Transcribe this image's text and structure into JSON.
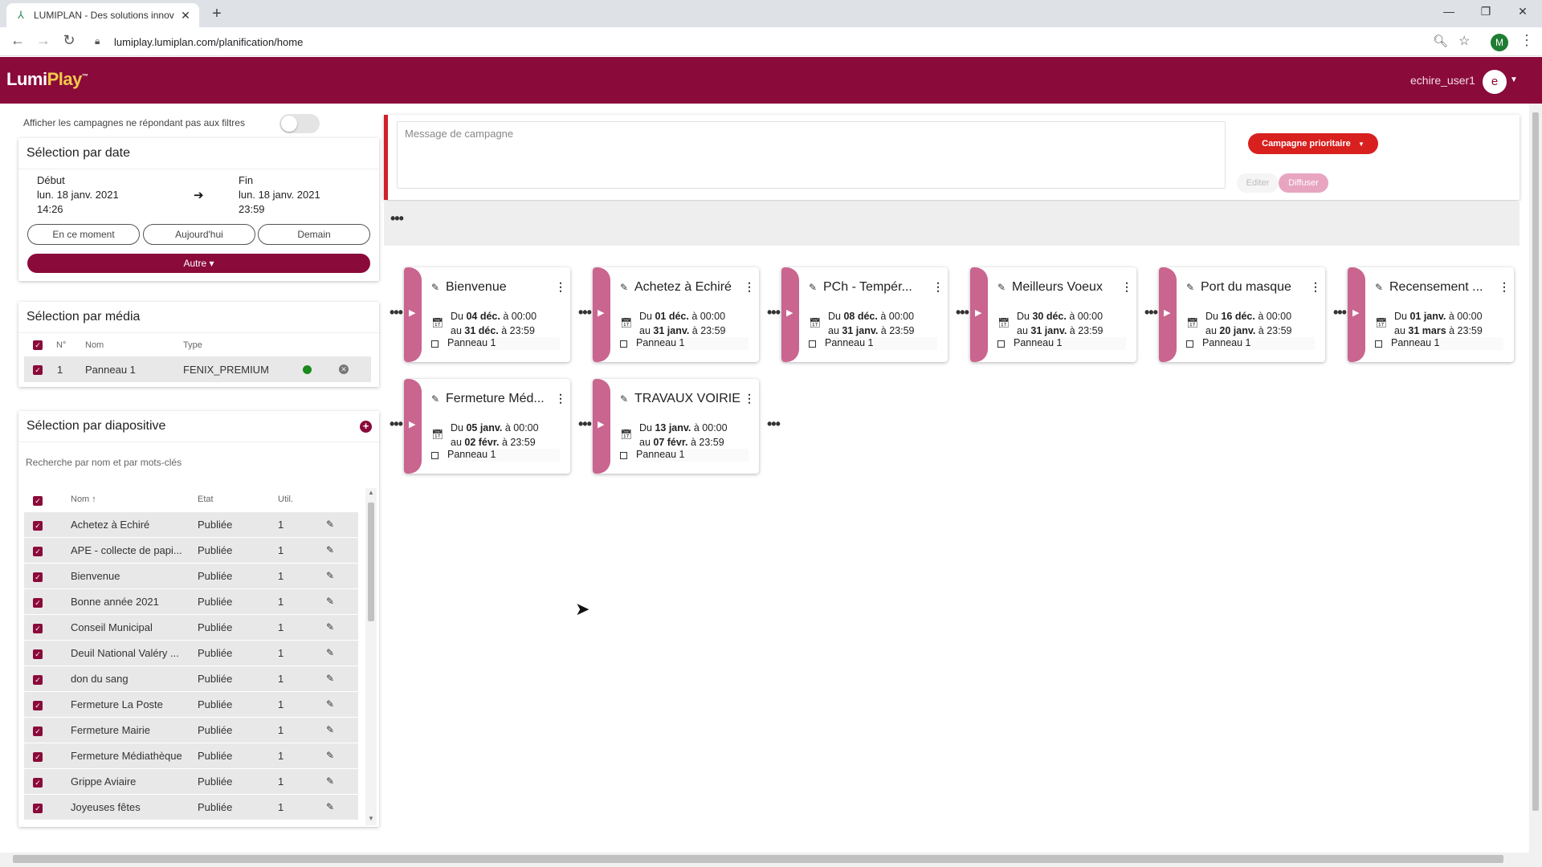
{
  "browser": {
    "tab_title": "LUMIPLAN - Des solutions innov",
    "url": "lumiplay.lumiplan.com/planification/home",
    "profile_initial": "M"
  },
  "header": {
    "logo_lumi": "Lumi",
    "logo_play": "Play",
    "username": "echire_user1",
    "avatar_initial": "e"
  },
  "filters": {
    "toggle_label": "Afficher les campagnes ne répondant pas aux filtres",
    "toggle_on": false
  },
  "date_selection": {
    "title": "Sélection par date",
    "start_label": "Début",
    "start_date": "lun. 18 janv. 2021",
    "start_time": "14:26",
    "end_label": "Fin",
    "end_date": "lun. 18 janv. 2021",
    "end_time": "23:59",
    "buttons": [
      "En ce moment",
      "Aujourd'hui",
      "Demain"
    ],
    "other_button": "Autre ▾"
  },
  "media_selection": {
    "title": "Sélection par média",
    "columns": [
      "N°",
      "Nom",
      "Type"
    ],
    "rows": [
      {
        "num": "1",
        "name": "Panneau 1",
        "type": "FENIX_PREMIUM",
        "status_color": "#1a8a1a"
      }
    ]
  },
  "slide_selection": {
    "title": "Sélection par diapositive",
    "search_placeholder": "Recherche par nom et par mots-clés",
    "columns": [
      "Nom",
      "Etat",
      "Util."
    ],
    "rows": [
      {
        "name": "Achetez à Echiré",
        "state": "Publiée",
        "uses": "1"
      },
      {
        "name": "APE - collecte de papi...",
        "state": "Publiée",
        "uses": "1"
      },
      {
        "name": "Bienvenue",
        "state": "Publiée",
        "uses": "1"
      },
      {
        "name": "Bonne année 2021",
        "state": "Publiée",
        "uses": "1"
      },
      {
        "name": "Conseil Municipal",
        "state": "Publiée",
        "uses": "1"
      },
      {
        "name": "Deuil National Valéry ...",
        "state": "Publiée",
        "uses": "1"
      },
      {
        "name": "don du sang",
        "state": "Publiée",
        "uses": "1"
      },
      {
        "name": "Fermeture La Poste",
        "state": "Publiée",
        "uses": "1"
      },
      {
        "name": "Fermeture Mairie",
        "state": "Publiée",
        "uses": "1"
      },
      {
        "name": "Fermeture Médiathèque",
        "state": "Publiée",
        "uses": "1"
      },
      {
        "name": "Grippe Aviaire",
        "state": "Publiée",
        "uses": "1"
      },
      {
        "name": "Joyeuses fêtes",
        "state": "Publiée",
        "uses": "1"
      }
    ]
  },
  "message": {
    "placeholder": "Message de campagne",
    "priority_button": "Campagne prioritaire",
    "edit_button": "Editer",
    "broadcast_button": "Diffuser"
  },
  "campaigns": [
    {
      "title": "Bienvenue",
      "from_prefix": "Du ",
      "from_date": "04 déc.",
      "from_time": " à 00:00",
      "to_prefix": "au ",
      "to_date": "31 déc.",
      "to_time": " à 23:59",
      "panel": "Panneau 1"
    },
    {
      "title": "Achetez à Echiré",
      "from_prefix": "Du ",
      "from_date": "01 déc.",
      "from_time": " à 00:00",
      "to_prefix": "au ",
      "to_date": "31 janv.",
      "to_time": " à 23:59",
      "panel": "Panneau 1"
    },
    {
      "title": "PCh - Tempér...",
      "from_prefix": "Du ",
      "from_date": "08 déc.",
      "from_time": " à 00:00",
      "to_prefix": "au ",
      "to_date": "31 janv.",
      "to_time": " à 23:59",
      "panel": "Panneau 1"
    },
    {
      "title": "Meilleurs Voeux",
      "from_prefix": "Du ",
      "from_date": "30 déc.",
      "from_time": " à 00:00",
      "to_prefix": "au ",
      "to_date": "31 janv.",
      "to_time": " à 23:59",
      "panel": "Panneau 1"
    },
    {
      "title": "Port du masque",
      "from_prefix": "Du ",
      "from_date": "16 déc.",
      "from_time": " à 00:00",
      "to_prefix": "au ",
      "to_date": "20 janv.",
      "to_time": " à 23:59",
      "panel": "Panneau 1"
    },
    {
      "title": "Recensement ...",
      "from_prefix": "Du ",
      "from_date": "01 janv.",
      "from_time": " à 00:00",
      "to_prefix": "au ",
      "to_date": "31 mars",
      "to_time": " à 23:59",
      "panel": "Panneau 1"
    },
    {
      "title": "Fermeture Méd...",
      "from_prefix": "Du ",
      "from_date": "05 janv.",
      "from_time": " à 00:00",
      "to_prefix": "au ",
      "to_date": "02 févr.",
      "to_time": " à 23:59",
      "panel": "Panneau 1"
    },
    {
      "title": "TRAVAUX VOIRIE",
      "from_prefix": "Du ",
      "from_date": "13 janv.",
      "from_time": " à 00:00",
      "to_prefix": "au ",
      "to_date": "07 févr.",
      "to_time": " à 23:59",
      "panel": "Panneau 1"
    }
  ],
  "colors": {
    "brand": "#8a0a3a",
    "campaign_tab": "#c9658f",
    "priority": "#d8201e"
  }
}
